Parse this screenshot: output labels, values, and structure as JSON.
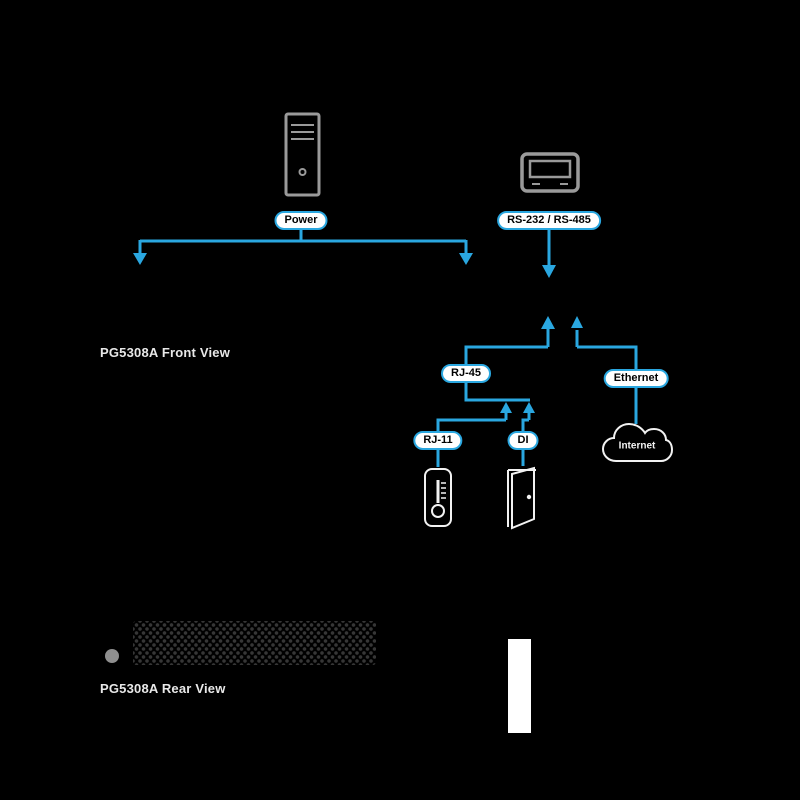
{
  "colors": {
    "bg": "#000000",
    "connector": "#2aa7e0",
    "pill-bg": "#ffffff",
    "pill-border": "#2aa7e0",
    "pill-text": "#000000",
    "device": "#9a9a9a",
    "icon": "#f2f2f2",
    "label": "#e8e8e8",
    "grille-dot": "#363636",
    "screw": "#8f8f8f",
    "cable": "#ffffff"
  },
  "labels": {
    "front_view": "PG5308A Front View",
    "rear_view": "PG5308A Rear View"
  },
  "nodes": {
    "power": "Power",
    "serial": "RS-232 / RS-485",
    "rj45": "RJ-45",
    "ethernet": "Ethernet",
    "rj11": "RJ-11",
    "di": "DI",
    "internet": "Internet"
  }
}
